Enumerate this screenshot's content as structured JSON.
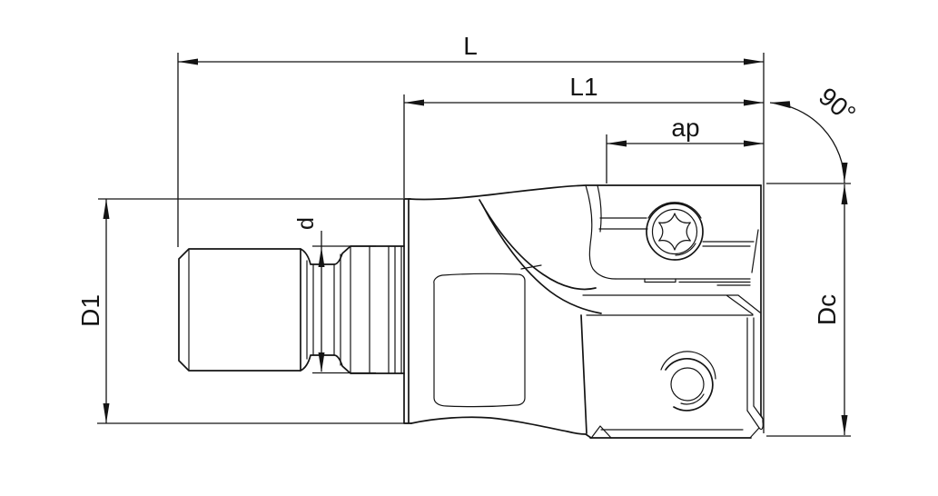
{
  "drawing": {
    "type": "technical-drawing",
    "subject": "indexable-insert-milling-cutter-side-view",
    "colors": {
      "line": "#141414",
      "background": "#ffffff"
    },
    "labels": {
      "overall_length": "L",
      "projection_length": "L1",
      "cutting_depth": "ap",
      "approach_angle": "90°",
      "shank_diameter": "D1",
      "neck_diameter": "d",
      "cutting_diameter": "Dc"
    }
  }
}
